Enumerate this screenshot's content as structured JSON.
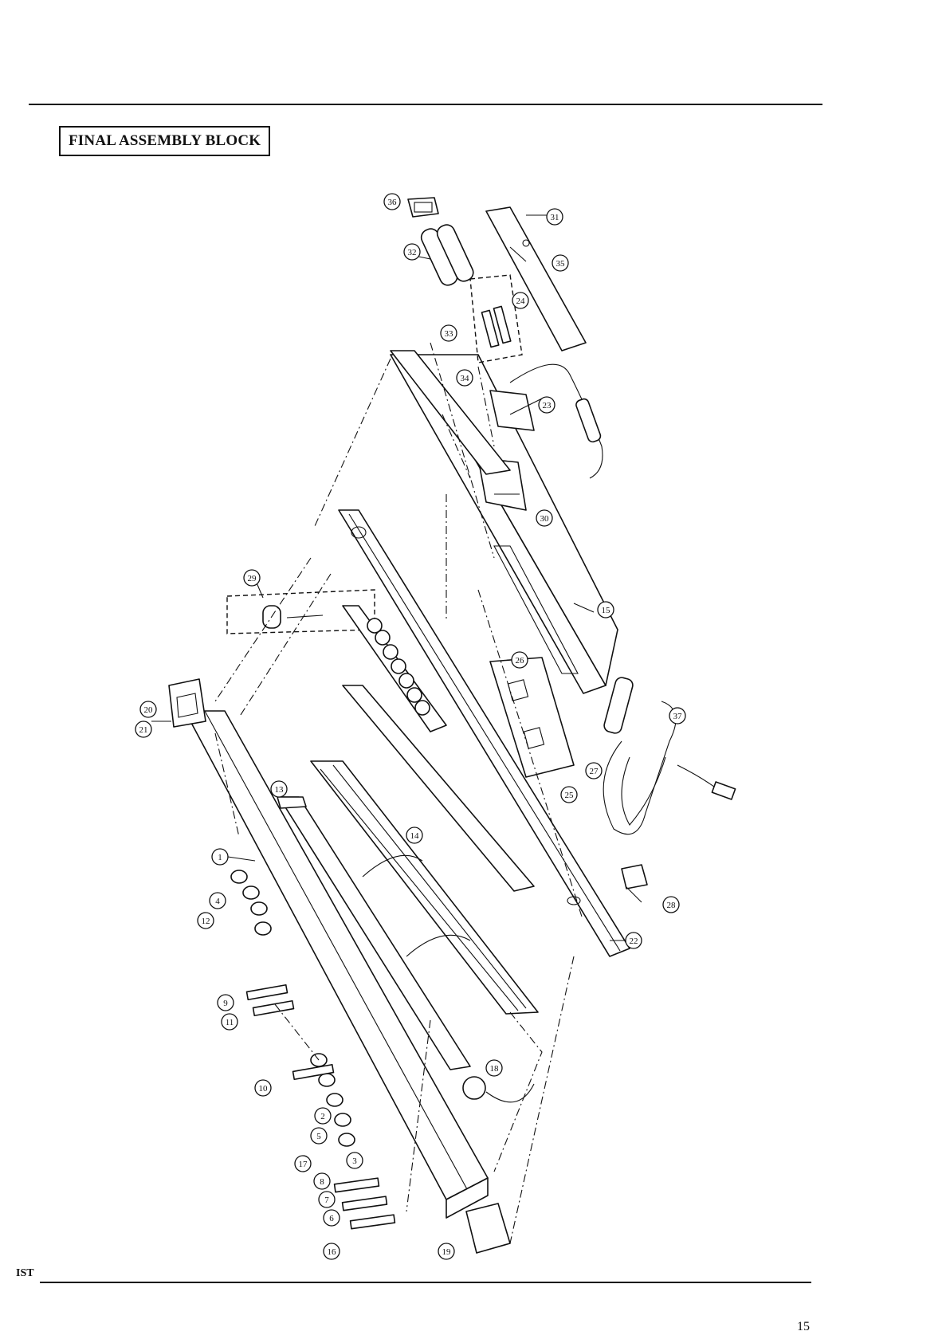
{
  "header": {
    "title": "FINAL ASSEMBLY BLOCK"
  },
  "footer": {
    "left_tag": "IST",
    "page_number": "15"
  },
  "diagram": {
    "callouts": [
      {
        "id": "c1",
        "label": "1"
      },
      {
        "id": "c2",
        "label": "2"
      },
      {
        "id": "c3",
        "label": "3"
      },
      {
        "id": "c4",
        "label": "4"
      },
      {
        "id": "c5",
        "label": "5"
      },
      {
        "id": "c6",
        "label": "6"
      },
      {
        "id": "c7",
        "label": "7"
      },
      {
        "id": "c8",
        "label": "8"
      },
      {
        "id": "c9",
        "label": "9"
      },
      {
        "id": "c10",
        "label": "10"
      },
      {
        "id": "c11",
        "label": "11"
      },
      {
        "id": "c12",
        "label": "12"
      },
      {
        "id": "c13",
        "label": "13"
      },
      {
        "id": "c14",
        "label": "14"
      },
      {
        "id": "c15",
        "label": "15"
      },
      {
        "id": "c16",
        "label": "16"
      },
      {
        "id": "c17",
        "label": "17"
      },
      {
        "id": "c18",
        "label": "18"
      },
      {
        "id": "c19",
        "label": "19"
      },
      {
        "id": "c20",
        "label": "20"
      },
      {
        "id": "c21",
        "label": "21"
      },
      {
        "id": "c22",
        "label": "22"
      },
      {
        "id": "c23",
        "label": "23"
      },
      {
        "id": "c24",
        "label": "24"
      },
      {
        "id": "c25",
        "label": "25"
      },
      {
        "id": "c26",
        "label": "26"
      },
      {
        "id": "c27",
        "label": "27"
      },
      {
        "id": "c28",
        "label": "28"
      },
      {
        "id": "c29",
        "label": "29"
      },
      {
        "id": "c30",
        "label": "30"
      },
      {
        "id": "c31",
        "label": "31"
      },
      {
        "id": "c32",
        "label": "32"
      },
      {
        "id": "c33",
        "label": "33"
      },
      {
        "id": "c34",
        "label": "34"
      },
      {
        "id": "c35",
        "label": "35"
      },
      {
        "id": "c36",
        "label": "36"
      },
      {
        "id": "c37",
        "label": "37"
      }
    ]
  }
}
